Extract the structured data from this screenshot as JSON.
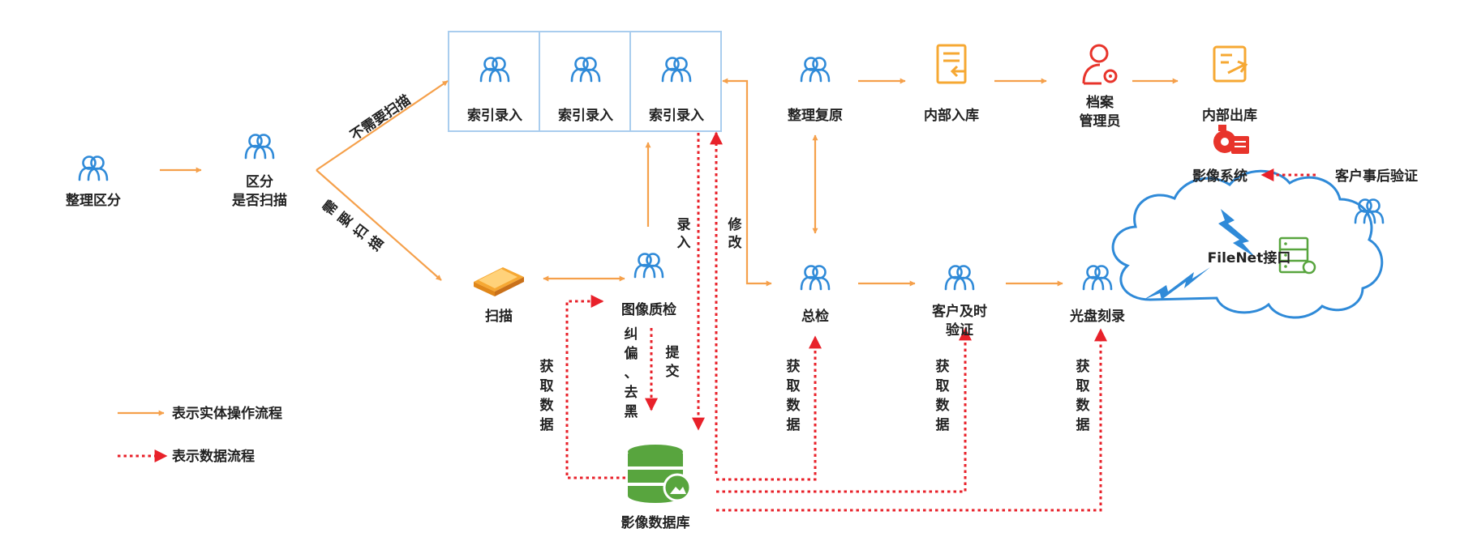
{
  "colors": {
    "physical_flow": "#f5a04b",
    "data_flow": "#e8212a",
    "person_icon": "#2f8ad8",
    "index_box_border": "#a9cdee",
    "cloud_border": "#2f8ad8",
    "database": "#58a53e"
  },
  "nodes": {
    "sort_division": "整理区分",
    "distinguish_line1": "区分",
    "distinguish_line2": "是否扫描",
    "index_entry_1": "索引录入",
    "index_entry_2": "索引录入",
    "index_entry_3": "索引录入",
    "scan": "扫描",
    "image_qc": "图像质检",
    "sort_restore": "整理复原",
    "internal_storage": "内部入库",
    "archive_admin_line1": "档案",
    "archive_admin_line2": "管理员",
    "internal_outbound": "内部出库",
    "general_check": "总检",
    "customer_verify_line1": "客户及时",
    "customer_verify_line2": "验证",
    "disc_burn": "光盘刻录",
    "image_database": "影像数据库",
    "image_system": "影像系统",
    "customer_post_verify": "客户事后验证",
    "filenet": "FileNet接口"
  },
  "edge_labels": {
    "no_scan_needed": "不需要扫描",
    "scan_needed": [
      "需",
      "要",
      "扫",
      "描"
    ],
    "entry": [
      "录",
      "入"
    ],
    "modify": [
      "修",
      "改"
    ],
    "deskew": [
      "纠",
      "偏",
      "、",
      "去",
      "黑"
    ],
    "submit": [
      "提",
      "交"
    ],
    "get_data": [
      "获",
      "取",
      "数",
      "据"
    ]
  },
  "legend": {
    "physical_flow": "表示实体操作流程",
    "data_flow": "表示数据流程"
  },
  "icons": {
    "person": "person-icon",
    "scanner": "scanner-icon",
    "document_return": "document-return-icon",
    "admin_gear": "user-gear-icon",
    "document_export": "document-export-icon",
    "image_system": "image-system-icon",
    "server": "server-icon",
    "database": "database-icon",
    "cloud": "cloud-icon",
    "lightning": "lightning-icon"
  }
}
